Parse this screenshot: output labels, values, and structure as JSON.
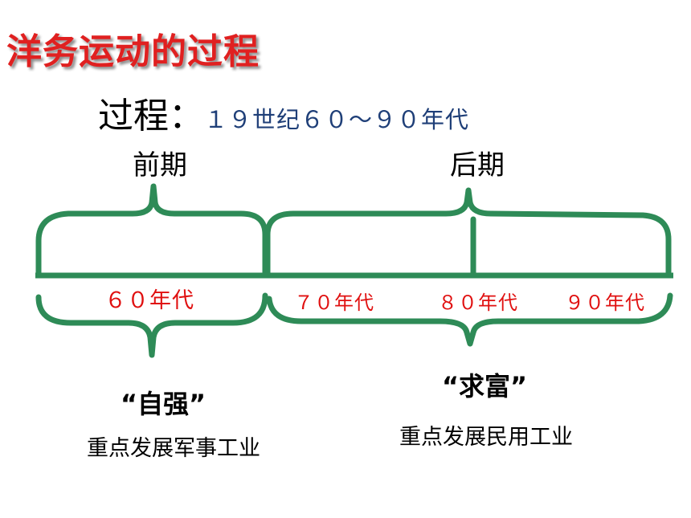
{
  "title": "洋务运动的过程",
  "process": {
    "label": "过程：",
    "value": "１９世纪６０～９０年代"
  },
  "phases": {
    "early": {
      "label": "前期",
      "decade": "６０年代",
      "slogan": "“自强”",
      "focus": "重点发展军事工业"
    },
    "late": {
      "label": "后期",
      "decades": [
        "７０年代",
        "８０年代",
        "９０年代"
      ],
      "slogan": "“求富”",
      "focus": "重点发展民用工业"
    }
  },
  "colors": {
    "title": "#e02020",
    "process_value": "#1f3f78",
    "decade_text": "#e01010",
    "bracket": "#2e8b57",
    "axis": "#2e8b57"
  }
}
